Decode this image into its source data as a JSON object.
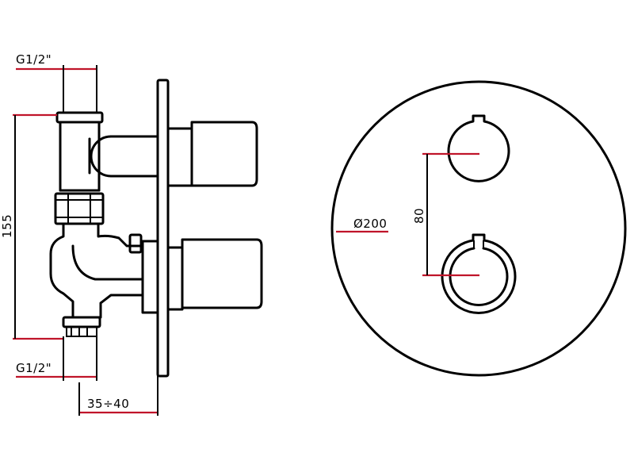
{
  "dimensions": {
    "thread_top": "G1/2\"",
    "thread_bottom": "G1/2\"",
    "height": "155",
    "depth": "35÷40",
    "plate_diameter": "Ø200",
    "spacing": "80"
  }
}
